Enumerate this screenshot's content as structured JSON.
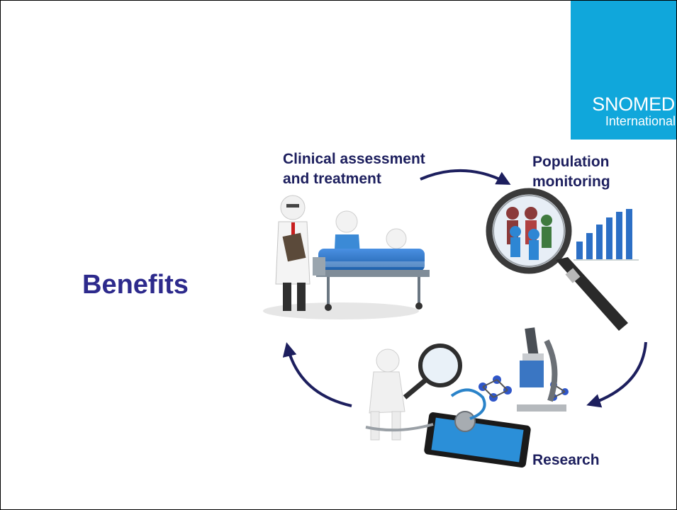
{
  "logo": {
    "line1": "SNOMED",
    "line2": "International"
  },
  "title": "Benefits",
  "cycle": {
    "clinical": "Clinical assessment\nand treatment",
    "population": "Population\nmonitoring",
    "research": "Research"
  },
  "colors": {
    "logo_bg": "#10a7db",
    "title": "#2d2a8c",
    "label": "#1d1f5e",
    "arrow": "#1d1f5e"
  },
  "icons": [
    "doctor-nurse-patient-illustration",
    "magnifier-people-chart-illustration",
    "research-microscope-illustration"
  ]
}
